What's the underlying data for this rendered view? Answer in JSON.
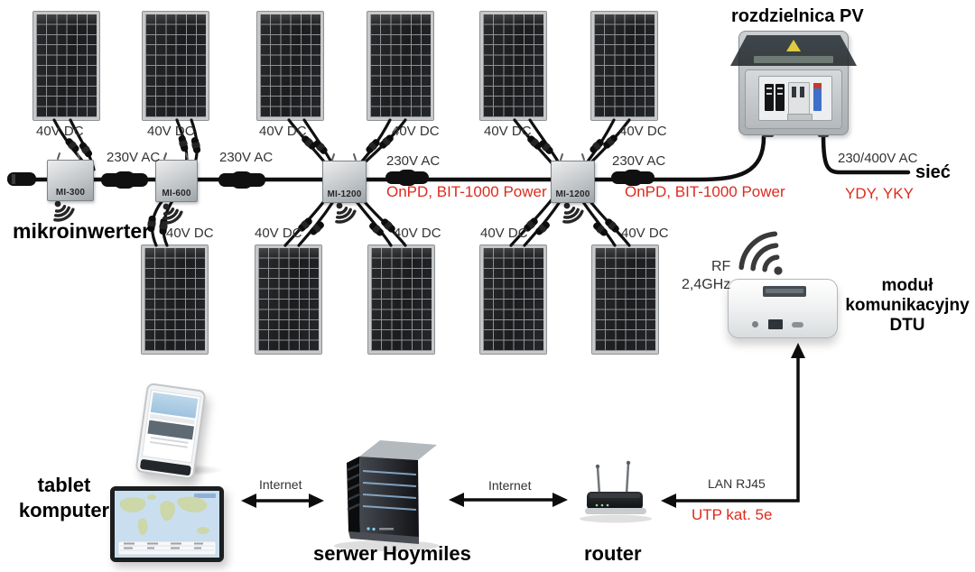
{
  "colors": {
    "accent_red": "#de2a1e",
    "text_dark": "#333333",
    "label_black": "#000000"
  },
  "array": {
    "dc_label": "40V DC",
    "ac_label": "230V AC"
  },
  "inverters": {
    "section_label": "mikroinwerter",
    "models": [
      {
        "label": "MI-300"
      },
      {
        "label": "MI-600"
      },
      {
        "label": "MI-1200"
      },
      {
        "label": "MI-1200"
      }
    ]
  },
  "trunk": {
    "power_note": "OnPD, BIT-1000 Power"
  },
  "distribution_box": {
    "title": "rozdzielnica PV",
    "voltage": "230/400V AC",
    "grid": "sieć",
    "cable": "YDY, YKY"
  },
  "dtu": {
    "rf": "RF",
    "freq": "2,4GHz",
    "name_lines": [
      "moduł",
      "komunikacyjny",
      "DTU"
    ]
  },
  "network": {
    "internet": "Internet",
    "lan": "LAN RJ45",
    "utp": "UTP kat. 5e",
    "router": "router",
    "server": "serwer Hoymiles"
  },
  "clients": {
    "line1": "tablet",
    "line2": "komputer"
  }
}
